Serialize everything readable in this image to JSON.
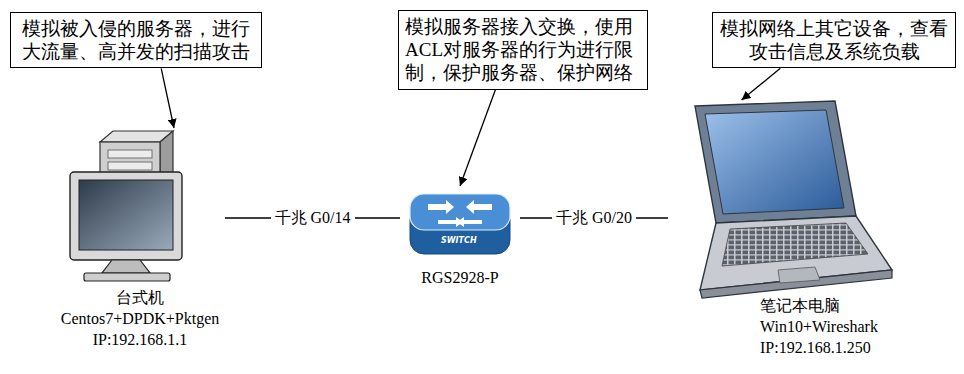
{
  "diagram": {
    "nodes": [
      {
        "text": [
          "模拟被入侵的服务器，进行大流量、高并发的扫描攻击"
        ]
      },
      {
        "text": [
          "模拟服务器接入交换，使用ACL对服务器的行为进行限制，保护服务器、保护网络"
        ]
      },
      {
        "text": [
          "模拟网络上其它设备，查看攻击信息及系统负载"
        ]
      },
      {
        "text": [
          "台式机",
          "Centos7+DPDK+Pktgen",
          "IP:192.168.1.1"
        ]
      },
      {
        "text": [
          "RGS2928-P"
        ]
      },
      {
        "text": [
          "笔记本电脑",
          "Win10+Wireshark",
          "IP:192.168.1.250"
        ]
      }
    ],
    "edges": [
      {
        "from": 0,
        "to": 3,
        "arrow": "to"
      },
      {
        "from": 1,
        "to": 4,
        "arrow": "to"
      },
      {
        "from": 2,
        "to": 5,
        "arrow": "to"
      },
      {
        "from": 3,
        "to": 4,
        "label": "千兆 G0/14",
        "arrow": "none"
      },
      {
        "from": 4,
        "to": 5,
        "label": "千兆 G0/20",
        "arrow": "none"
      }
    ],
    "labels": [
      "SWITCH"
    ]
  }
}
